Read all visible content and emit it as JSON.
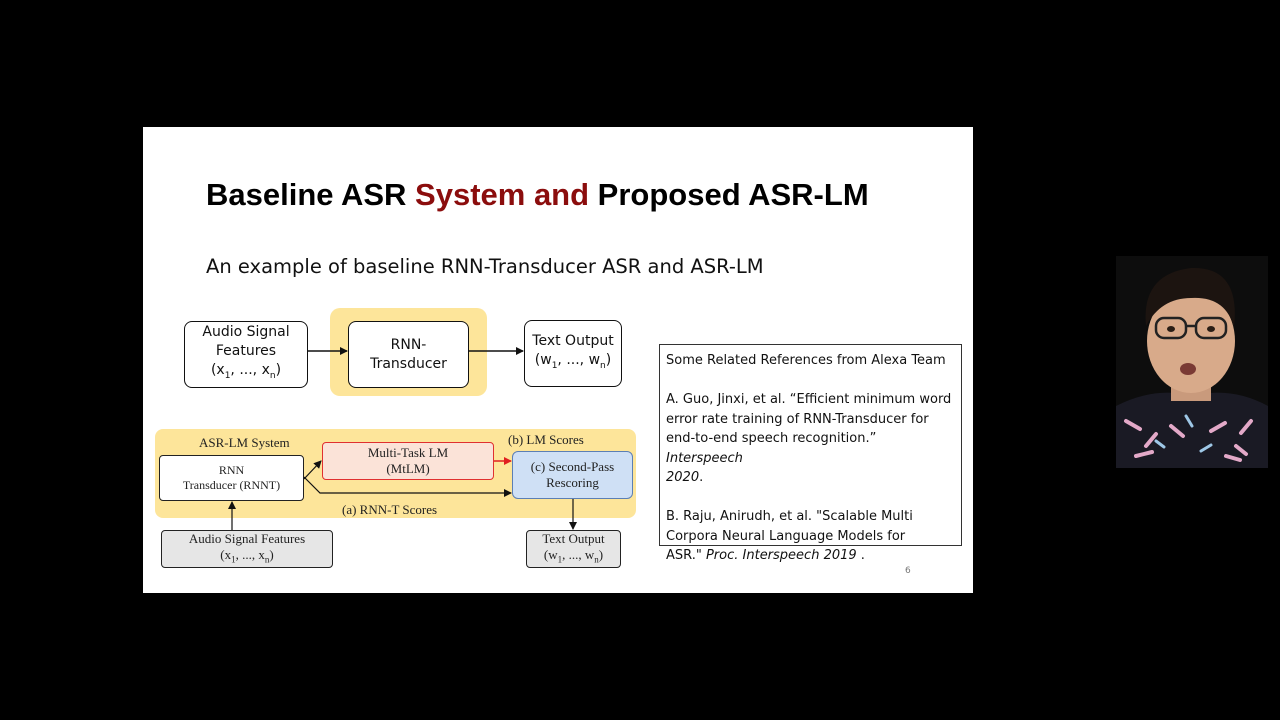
{
  "slide": {
    "title_part1": "Baseline ASR ",
    "title_accent": "System and",
    "title_part2": " Proposed ASR-LM",
    "subtitle": "An example of baseline RNN-Transducer ASR and ASR-LM",
    "page_number": "6"
  },
  "top_diagram": {
    "audio_line1": "Audio Signal",
    "audio_line2": "Features",
    "audio_vars_a": "(x",
    "audio_sub1": "1",
    "audio_vars_b": ", ..., x",
    "audio_subn": "n",
    "audio_vars_c": ")",
    "rnn_line1": "RNN-",
    "rnn_line2": "Transducer",
    "text_line1": "Text Output",
    "text_vars_a": "(w",
    "text_sub1": "1",
    "text_vars_b": ", ..., w",
    "text_subn": "n",
    "text_vars_c": ")"
  },
  "bottom_diagram": {
    "system_label": "ASR-LM System",
    "rnnt_line1": "RNN",
    "rnnt_line2": "Transducer (RNNT)",
    "mtlm_line1": "Multi-Task LM",
    "mtlm_line2": "(MtLM)",
    "lm_scores": "(b) LM Scores",
    "rescoring_line1": "(c)  Second-Pass",
    "rescoring_line2": "Rescoring",
    "rnnt_scores": "(a) RNN-T Scores",
    "audio_line1": "Audio Signal Features",
    "audio_vars_a": "(x",
    "audio_sub1": "1",
    "audio_vars_b": ", ..., x",
    "audio_subn": "n",
    "audio_vars_c": ")",
    "text_line1": "Text Output",
    "text_vars_a": "(w",
    "text_sub1": "1",
    "text_vars_b": ", ..., w",
    "text_subn": "n",
    "text_vars_c": ")"
  },
  "references": {
    "heading": "Some Related References from Alexa Team",
    "a_line1": "A. Guo, Jinxi, et al. “Efficient minimum word",
    "a_line2": "error rate training of RNN-Transducer for",
    "a_line3_plain": "end-to-end speech recognition.” ",
    "a_line3_italic": "Interspeech",
    "a_line4_italic": "2020",
    "a_line4_plain": ".",
    "b_line1": "B. Raju, Anirudh, et al. \"Scalable Multi",
    "b_line2": "Corpora Neural Language Models for",
    "b_line3_plain": "ASR.\" ",
    "b_line3_italic": "Proc. Interspeech 2019",
    "b_line3_end": " ."
  },
  "colors": {
    "title_accent": "#8b0d0d",
    "highlight": "#fde59a",
    "mtlm_fill": "#fbe3d8",
    "mtlm_border": "#e03030",
    "rescoring_fill": "#cfe0f5",
    "rescoring_border": "#5b7fb5",
    "grey_fill": "#e6e6e6",
    "red_arrow": "#e02020"
  }
}
